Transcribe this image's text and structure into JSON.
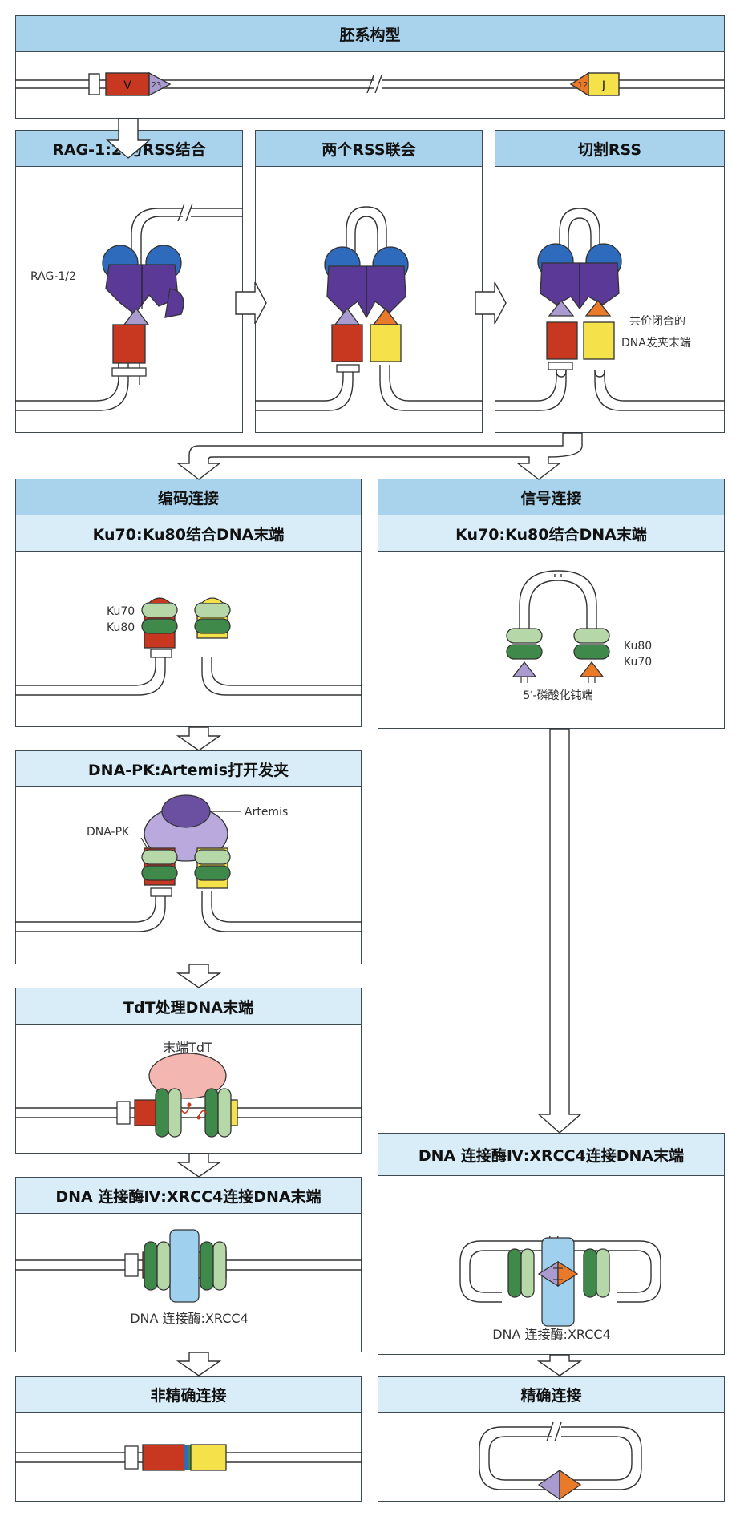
{
  "headers": {
    "germline": "胚系构型",
    "rag_binding": "RAG-1:2 与RSS结合",
    "rss_synapsis": "两个RSS联会",
    "rss_cleavage": "切割RSS",
    "coding_joint": "编码连接",
    "signal_joint": "信号连接",
    "ku_binding_left": "Ku70:Ku80结合DNA末端",
    "ku_binding_right": "Ku70:Ku80结合DNA末端",
    "dnapk_artemis": "DNA-PK:Artemis打开发夹",
    "tdt": "TdT处理DNA末端",
    "ligase_left": "DNA 连接酶Ⅳ:XRCC4连接DNA末端",
    "ligase_right": "DNA 连接酶Ⅳ:XRCC4连接DNA末端",
    "imprecise": "非精确连接",
    "precise": "精确连接"
  },
  "labels": {
    "v_segment": "V",
    "j_segment": "J",
    "rss23": "23",
    "rss12": "12",
    "rag": "RAG-1/2",
    "hairpin_line1": "共价闭合的",
    "hairpin_line2": "DNA发夹末端",
    "ku70_left": "Ku70",
    "ku80_left": "Ku80",
    "ku80_right": "Ku80",
    "ku70_right": "Ku70",
    "blunt_ends": "5′-磷酸化钝端",
    "artemis": "Artemis",
    "dnapk": "DNA-PK",
    "tdt_enzyme": "末端TdT",
    "ligase_left": "DNA 连接酶:XRCC4",
    "ligase_right": "DNA 连接酶:XRCC4"
  },
  "colors": {
    "header_blue": "#a9d3ec",
    "subheader_blue": "#d8edf8",
    "v_red": "#c8371f",
    "j_yellow": "#f5e24a",
    "rss23_lilac": "#a99bd0",
    "rss12_orange": "#e87a2a",
    "rag_blue": "#2e6bbd",
    "rag_purple": "#5a3a96",
    "ku_dark_green": "#3f8a4a",
    "ku_light_green": "#b6d7a8",
    "artemis_purple": "#6b4fa0",
    "dnapk_lilac": "#b9a9dc",
    "tdt_pink": "#f4b6b0",
    "ligase_blue": "#9fd0ee"
  }
}
